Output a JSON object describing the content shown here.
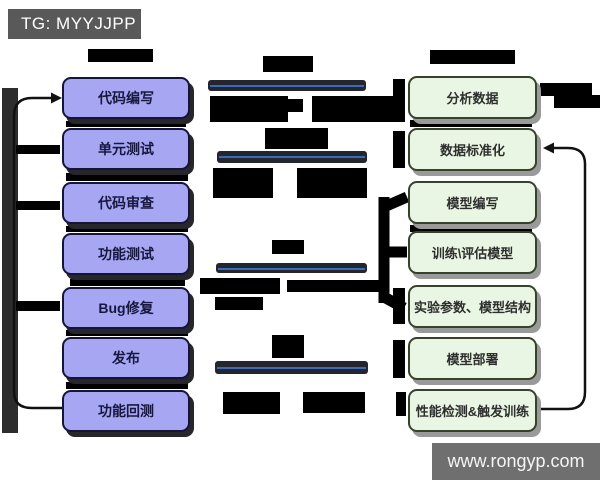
{
  "badge": {
    "label": "TG: MYYJJPP"
  },
  "watermark": {
    "label": "www.rongyp.com"
  },
  "left_column": {
    "items": [
      "代码编写",
      "单元测试",
      "代码审查",
      "功能测试",
      "Bug修复",
      "发布",
      "功能回测"
    ]
  },
  "right_column": {
    "items": [
      "分析数据",
      "数据标准化",
      "模型编写",
      "训练\\评估模型",
      "实验参数、模型结构",
      "模型部署",
      "性能检测&触发训练"
    ]
  },
  "colors": {
    "left_box_fill": "#a6a6f2",
    "right_box_fill": "#eaf6e4",
    "divider_blue": "#3e68b8",
    "badge_bg": "#595959",
    "watermark_bg": "#6f6f6f",
    "connector": "#000000"
  }
}
